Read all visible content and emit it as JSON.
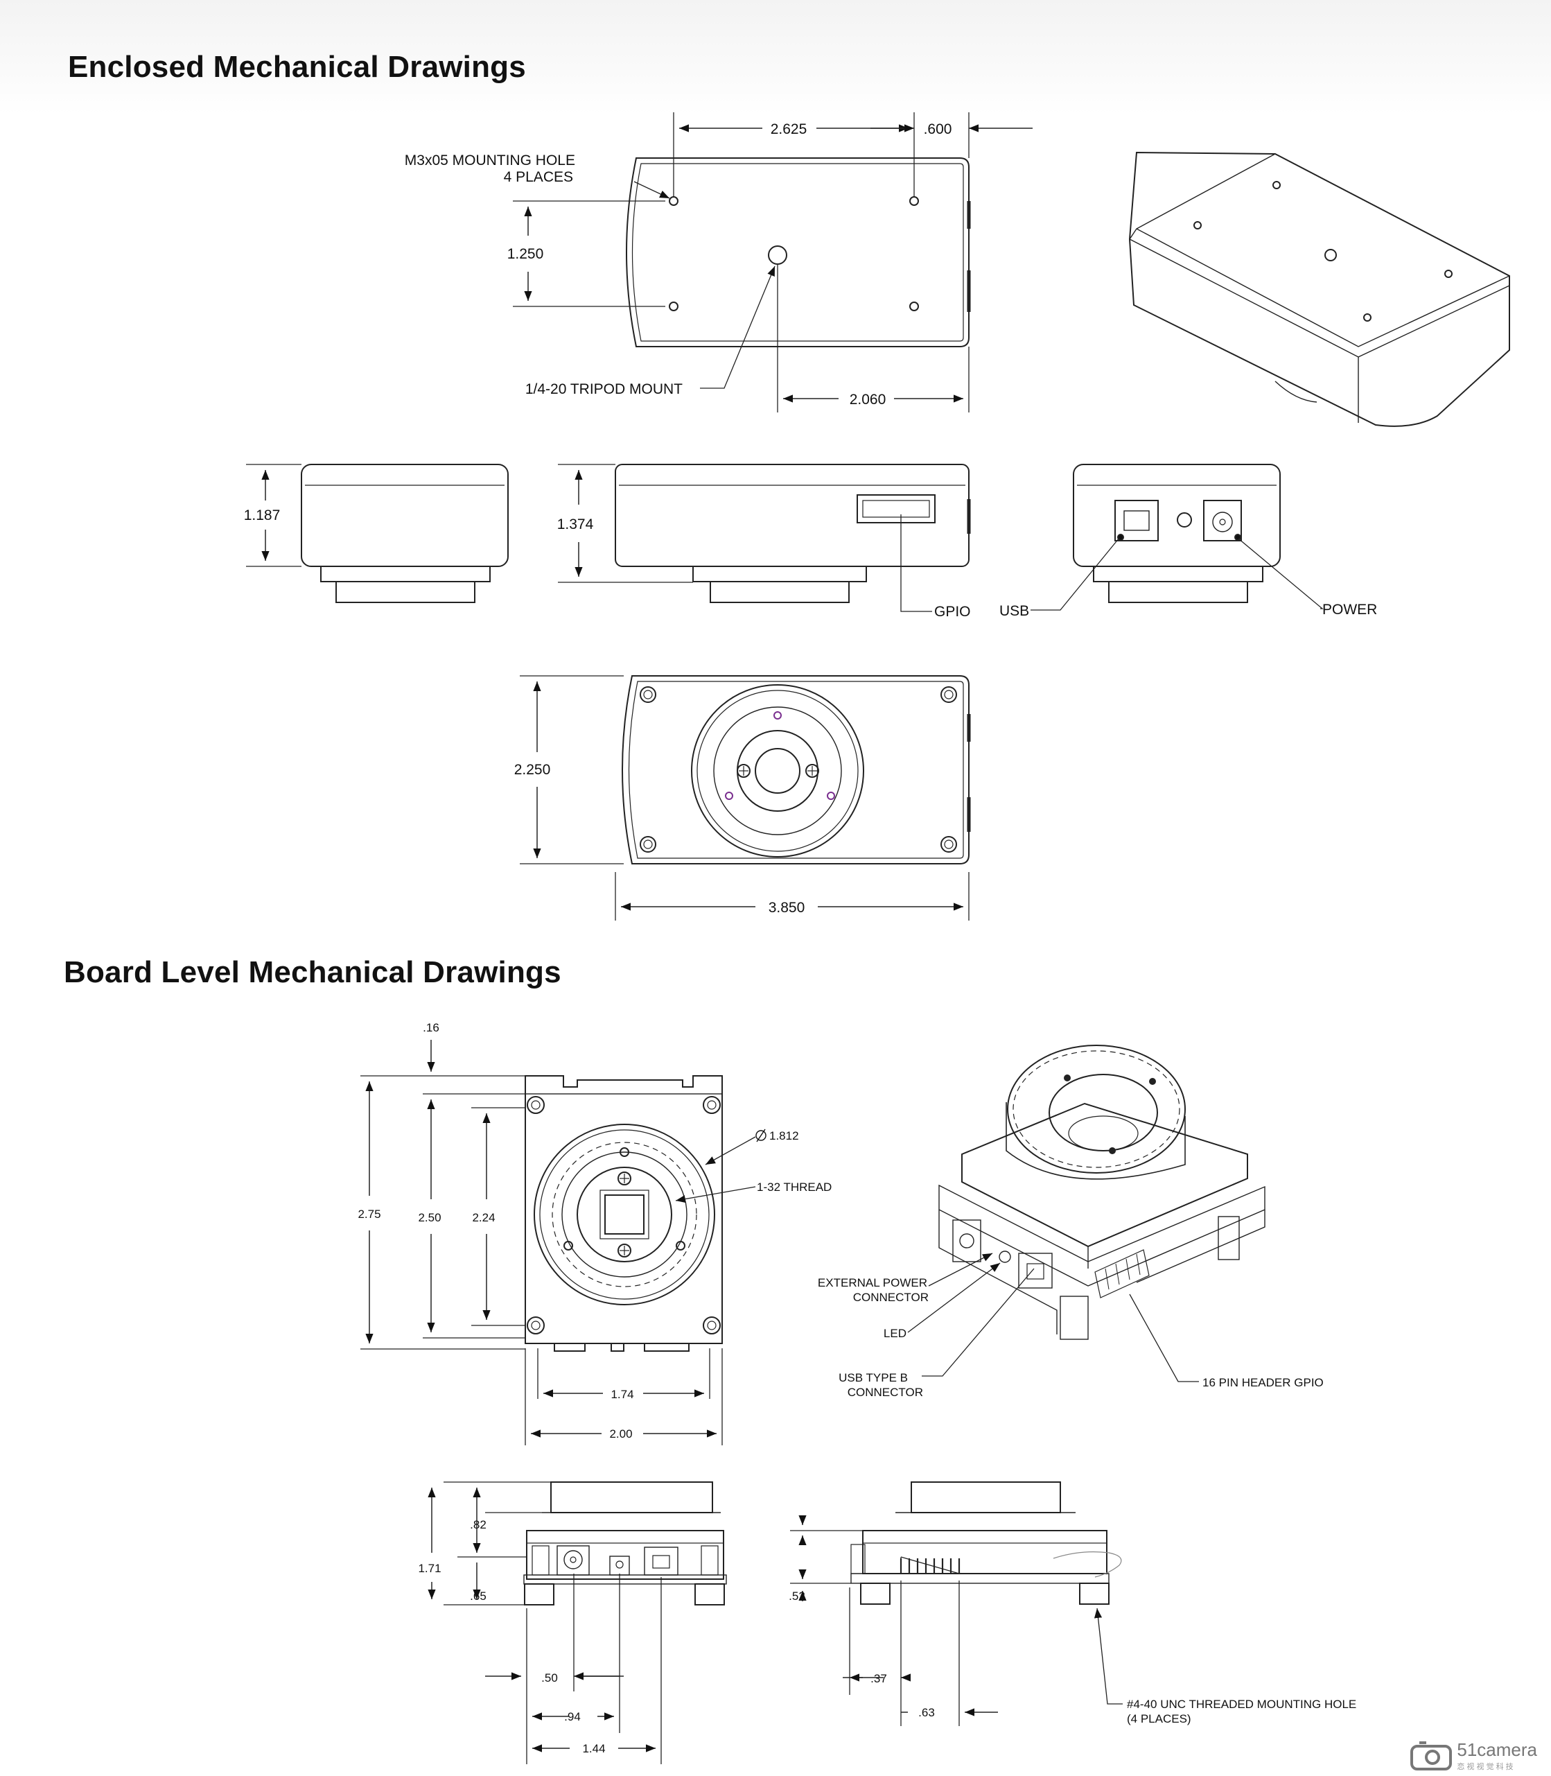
{
  "headings": {
    "enclosed": "Enclosed Mechanical Drawings",
    "board": "Board Level Mechanical Drawings"
  },
  "enclosed": {
    "top_view": {
      "dim_width": "2.625",
      "dim_edge": ".600",
      "dim_hole_spacing": "1.250",
      "dim_tripod": "2.060",
      "callout_mounting": "M3x05 MOUNTING HOLE",
      "callout_mounting_qty": "4 PLACES",
      "callout_tripod": "1/4-20 TRIPOD MOUNT"
    },
    "side_views": {
      "dim_height_a": "1.187",
      "dim_height_b": "1.374",
      "callout_gpio": "GPIO",
      "callout_usb": "USB",
      "callout_power": "POWER"
    },
    "front_view": {
      "dim_height": "2.250",
      "dim_width": "3.850"
    }
  },
  "board": {
    "front_view": {
      "dim_top": ".16",
      "dim_h1": "2.75",
      "dim_h2": "2.50",
      "dim_h3": "2.24",
      "dim_w1": "1.74",
      "dim_w2": "2.00",
      "callout_dia": "1.812",
      "callout_thread": "1-32 THREAD"
    },
    "iso_view": {
      "callout_power_l1": "EXTERNAL POWER",
      "callout_power_l2": "CONNECTOR",
      "callout_led": "LED",
      "callout_usb_l1": "USB TYPE B",
      "callout_usb_l2": "CONNECTOR",
      "callout_gpio": "16 PIN HEADER GPIO"
    },
    "side_left": {
      "dim_a": ".82",
      "dim_total": "1.71",
      "dim_b": ".65",
      "dim_c": ".50",
      "dim_d": ".94",
      "dim_e": "1.44"
    },
    "side_right": {
      "dim_a": ".52",
      "dim_b": ".37",
      "dim_c": ".63",
      "callout_hole_l1": "#4-40 UNC THREADED MOUNTING HOLE",
      "callout_hole_l2": "(4 PLACES)"
    }
  },
  "watermark": {
    "brand": "51camera",
    "sub": "恋 视 视 觉 科 技"
  }
}
